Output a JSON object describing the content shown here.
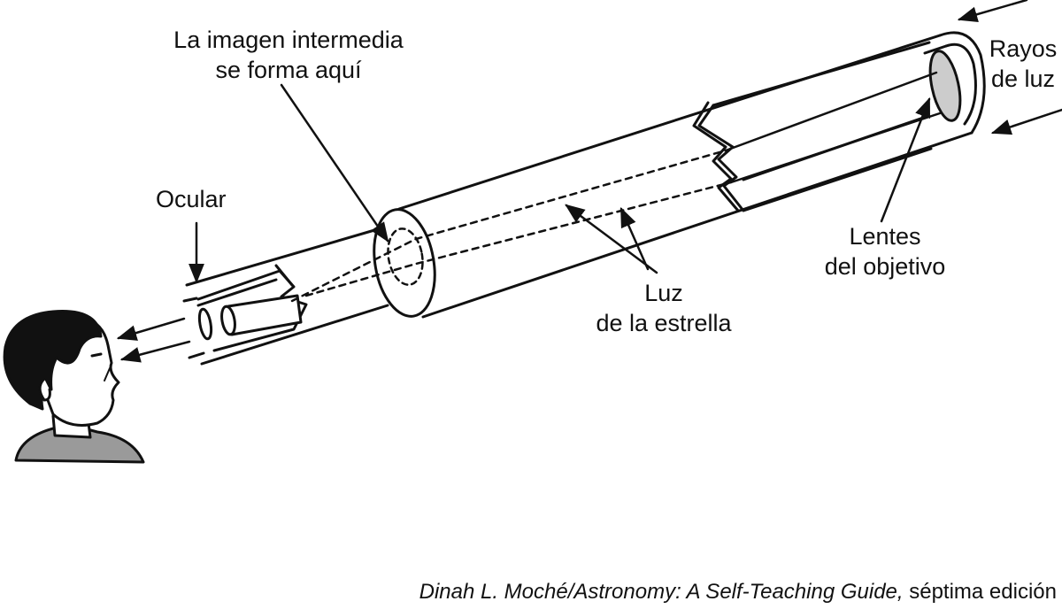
{
  "labels": {
    "intermediate_image": {
      "line1": "La imagen intermedia",
      "line2": "se forma aquí"
    },
    "eyepiece": "Ocular",
    "light_rays": {
      "line1": "Rayos",
      "line2": "de luz"
    },
    "objective_lens": {
      "line1": "Lentes",
      "line2": "del objetivo"
    },
    "star_light": {
      "line1": "Luz",
      "line2": "de la estrella"
    }
  },
  "credit": {
    "italic": "Dinah L. Moché/Astronomy: A Self-Teaching Guide,",
    "plain": " séptima edición"
  },
  "colors": {
    "line": "#111111",
    "lens": "#cccccc",
    "shirt": "#9a9a9a",
    "hair": "#111111"
  }
}
